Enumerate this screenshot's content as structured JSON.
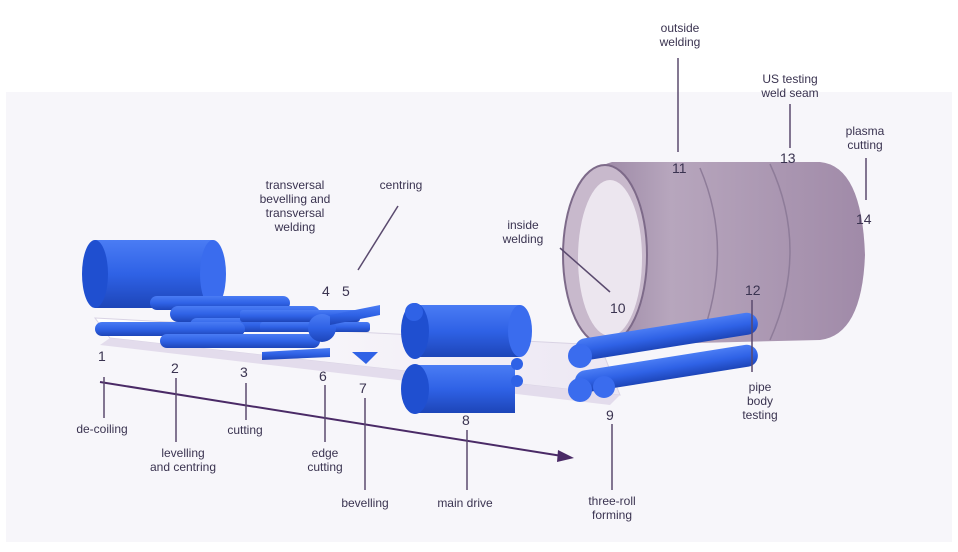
{
  "colors": {
    "roller_blue": "#2f62e6",
    "pipe": "#a48fac",
    "leader": "#5a4a6e",
    "arrow": "#4a2a66",
    "text": "#3a3350",
    "sheet": "#f1eef6"
  },
  "steps": [
    {
      "number": "1",
      "label": "de-coiling"
    },
    {
      "number": "2",
      "label": "levelling\nand centring"
    },
    {
      "number": "3",
      "label": "cutting"
    },
    {
      "number": "4",
      "label": "transversal\nbevelling and\ntransversal\nwelding"
    },
    {
      "number": "5",
      "label": "centring"
    },
    {
      "number": "6",
      "label": "edge\ncutting"
    },
    {
      "number": "7",
      "label": "bevelling"
    },
    {
      "number": "8",
      "label": "main drive"
    },
    {
      "number": "9",
      "label": "three-roll\nforming"
    },
    {
      "number": "10",
      "label": "inside\nwelding"
    },
    {
      "number": "11",
      "label": "outside\nwelding"
    },
    {
      "number": "12",
      "label": "pipe\nbody\ntesting"
    },
    {
      "number": "13",
      "label": "US testing\nweld seam"
    },
    {
      "number": "14",
      "label": "plasma\ncutting"
    }
  ]
}
